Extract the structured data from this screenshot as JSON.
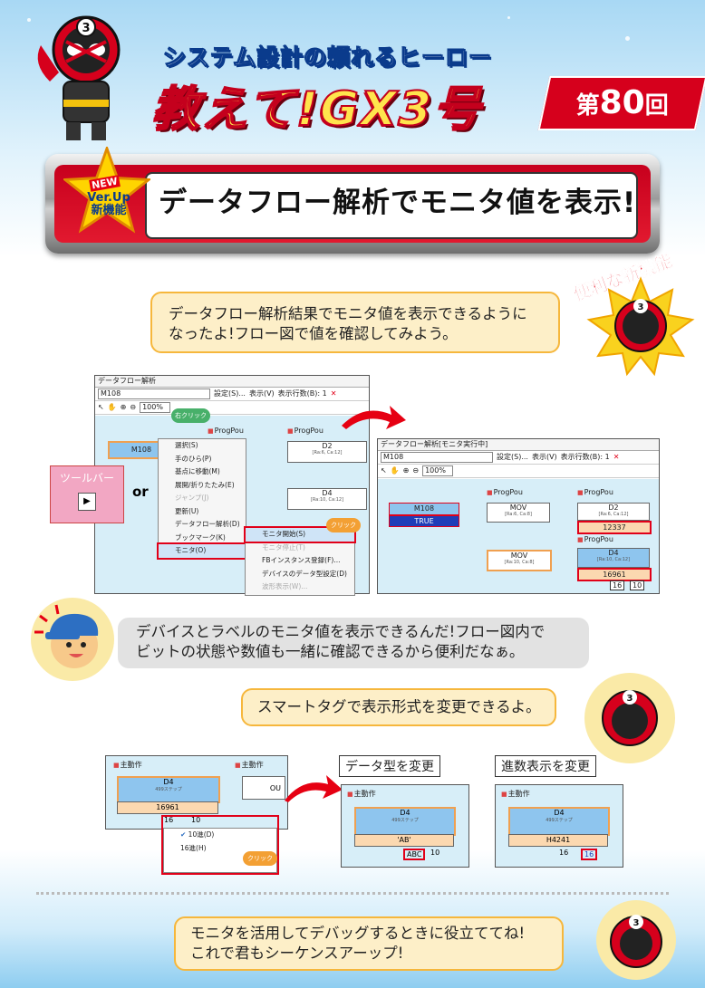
{
  "header": {
    "subtitle": "システム設計の頼れるヒーロー",
    "title": "教えて!GX3号",
    "episode_prefix": "第",
    "episode_number": "80",
    "episode_suffix": "回"
  },
  "banner": {
    "badge_new": "NEW",
    "badge_ver": "Ver.Up",
    "badge_feature": "新機能",
    "title": "データフロー解析でモニタ値を表示!"
  },
  "feature_tag": "便利な新機能",
  "bubbles": {
    "intro_line1": "データフロー解析結果でモニタ値を表示できるように",
    "intro_line2": "なったよ!フロー図で値を確認してみよう。",
    "user_line1": "デバイスとラベルのモニタ値を表示できるんだ!フロー図内で",
    "user_line2": "ビットの状態や数値も一緒に確認できるから便利だなぁ。",
    "smarttag": "スマートタグで表示形式を変更できるよ。",
    "outro_line1": "モニタを活用してデバッグするときに役立ててね!",
    "outro_line2": "これで君もシーケンスアーップ!"
  },
  "window1": {
    "title": "データフロー解析",
    "device": "M108",
    "settings": "設定(S)...",
    "display": "表示(V)",
    "rows": "表示行数(B): 1",
    "zoom": "100%",
    "right_click": "右クリック",
    "node_m108": "M108",
    "pou1": "ProgPou",
    "pou2": "ProgPou",
    "node_d2": "D2",
    "node_d2_sub": "[Ra:6, Ca:12]",
    "node_d4": "D4",
    "node_d4_sub": "[Ra:10, Ca:12]",
    "toolbar_label": "ツールバー",
    "or": "or"
  },
  "context_menu": {
    "items": [
      "選択(S)",
      "手のひら(P)",
      "基点に移動(M)",
      "展開/折りたたみ(E)",
      "ジャンプ(J)",
      "更新(U)",
      "データフロー解析(D)",
      "ブックマーク(K)",
      "モニタ(O)"
    ],
    "sub_items": [
      "モニタ開始(S)",
      "モニタ停止(T)",
      "FBインスタンス登録(F)...",
      "デバイスのデータ型設定(D)",
      "波形表示(W)..."
    ],
    "click": "クリック"
  },
  "window2": {
    "title": "データフロー解析[モニタ実行中]",
    "device": "M108",
    "settings": "設定(S)...",
    "display": "表示(V)",
    "rows": "表示行数(B): 1",
    "zoom": "100%",
    "node_m108": "M108",
    "node_m108_value": "TRUE",
    "mov1": "MOV",
    "mov1_sub": "[Ra:6, Ca:8]",
    "mov2": "MOV",
    "mov2_sub": "[Ra:10, Ca:8]",
    "pou1": "ProgPou",
    "pou2": "ProgPou",
    "pou3": "ProgPou",
    "node_d2": "D2",
    "node_d2_sub": "[Ra:6, Ca:12]",
    "node_d2_value": "12337",
    "node_d4": "D4",
    "node_d4_sub": "[Ra:10, Ca:12]",
    "node_d4_value": "16961",
    "tag1": "16",
    "tag2": "10"
  },
  "smarttag_demo": {
    "pou": "主動作",
    "pou2": "主動作",
    "node": "D4",
    "node_sub": "499ステップ",
    "value": "16961",
    "out": "OU",
    "tag1": "16",
    "tag2": "10",
    "menu_dec": "10進(D)",
    "menu_hex": "16進(H)",
    "click": "クリック"
  },
  "datatype_demo": {
    "label": "データ型を変更",
    "pou": "主動作",
    "node": "D4",
    "node_sub": "499ステップ",
    "value": "'AB'",
    "tag1": "ABC",
    "tag2": "10"
  },
  "radix_demo": {
    "label": "進数表示を変更",
    "pou": "主動作",
    "node": "D4",
    "node_sub": "499ステップ",
    "value": "H4241",
    "tag1": "16",
    "tag2": "16"
  },
  "colors": {
    "brand_red": "#d6001c",
    "bubble_yellow": "#fdefc8",
    "bubble_border": "#f6b73c",
    "node_blue": "#8ec5ee",
    "value_orange": "#fbd8b0"
  }
}
